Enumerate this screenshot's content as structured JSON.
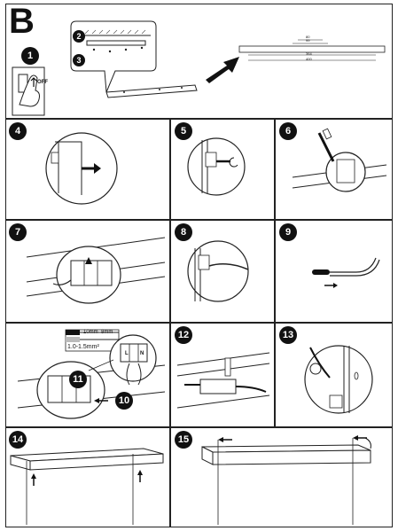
{
  "section": {
    "letter": "B"
  },
  "switch": {
    "off_label": "OFF"
  },
  "steps": {
    "s1": "1",
    "s2": "2",
    "s3": "3",
    "s4": "4",
    "s5": "5",
    "s6": "6",
    "s7": "7",
    "s8": "8",
    "s9": "9",
    "s10": "10",
    "s11": "11",
    "s12": "12",
    "s13": "13",
    "s14": "14",
    "s15": "15"
  },
  "wiring": {
    "strip_length": "10mm",
    "strip_length_alt": "8mm",
    "wire_section": "1.0-1.5mm²",
    "terminal_l": "L",
    "terminal_n": "N"
  },
  "dimensions": {
    "d1": "80",
    "d2": "99",
    "d3": "364",
    "d4": "400"
  }
}
